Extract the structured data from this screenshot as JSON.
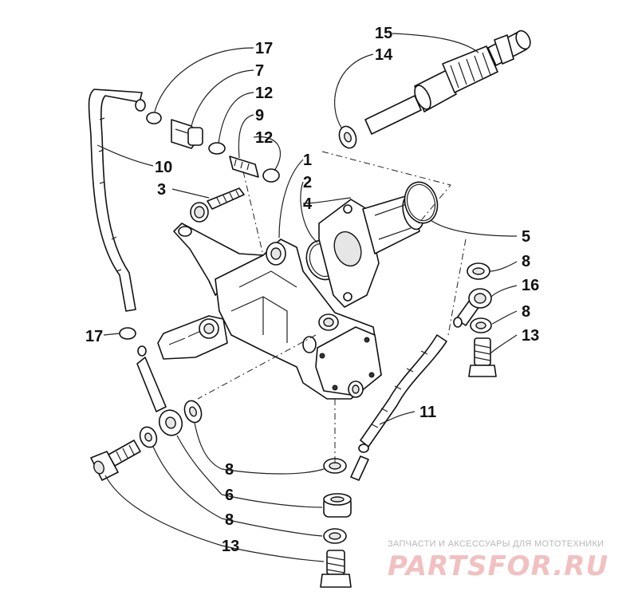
{
  "labels": [
    {
      "id": "17a",
      "text": "17"
    },
    {
      "id": "7",
      "text": "7"
    },
    {
      "id": "12a",
      "text": "12"
    },
    {
      "id": "9",
      "text": "9"
    },
    {
      "id": "12b",
      "text": "12"
    },
    {
      "id": "10",
      "text": "10"
    },
    {
      "id": "3",
      "text": "3"
    },
    {
      "id": "1",
      "text": "1"
    },
    {
      "id": "2",
      "text": "2"
    },
    {
      "id": "4",
      "text": "4"
    },
    {
      "id": "5",
      "text": "5"
    },
    {
      "id": "15",
      "text": "15"
    },
    {
      "id": "14",
      "text": "14"
    },
    {
      "id": "8a",
      "text": "8"
    },
    {
      "id": "16",
      "text": "16"
    },
    {
      "id": "8b",
      "text": "8"
    },
    {
      "id": "13a",
      "text": "13"
    },
    {
      "id": "17b",
      "text": "17"
    },
    {
      "id": "11",
      "text": "11"
    },
    {
      "id": "8c",
      "text": "8"
    },
    {
      "id": "6",
      "text": "6"
    },
    {
      "id": "8d",
      "text": "8"
    },
    {
      "id": "13b",
      "text": "13"
    }
  ],
  "watermark": {
    "tagline": "ЗАПЧАСТИ И АКСЕССУАРЫ ДЛЯ МОТОТЕХНИКИ",
    "logo": "PARTSFOR.RU"
  },
  "colors": {
    "ink": "#111111",
    "watermark_text": "#b8b8b8",
    "watermark_logo": "#f2c0c0"
  }
}
